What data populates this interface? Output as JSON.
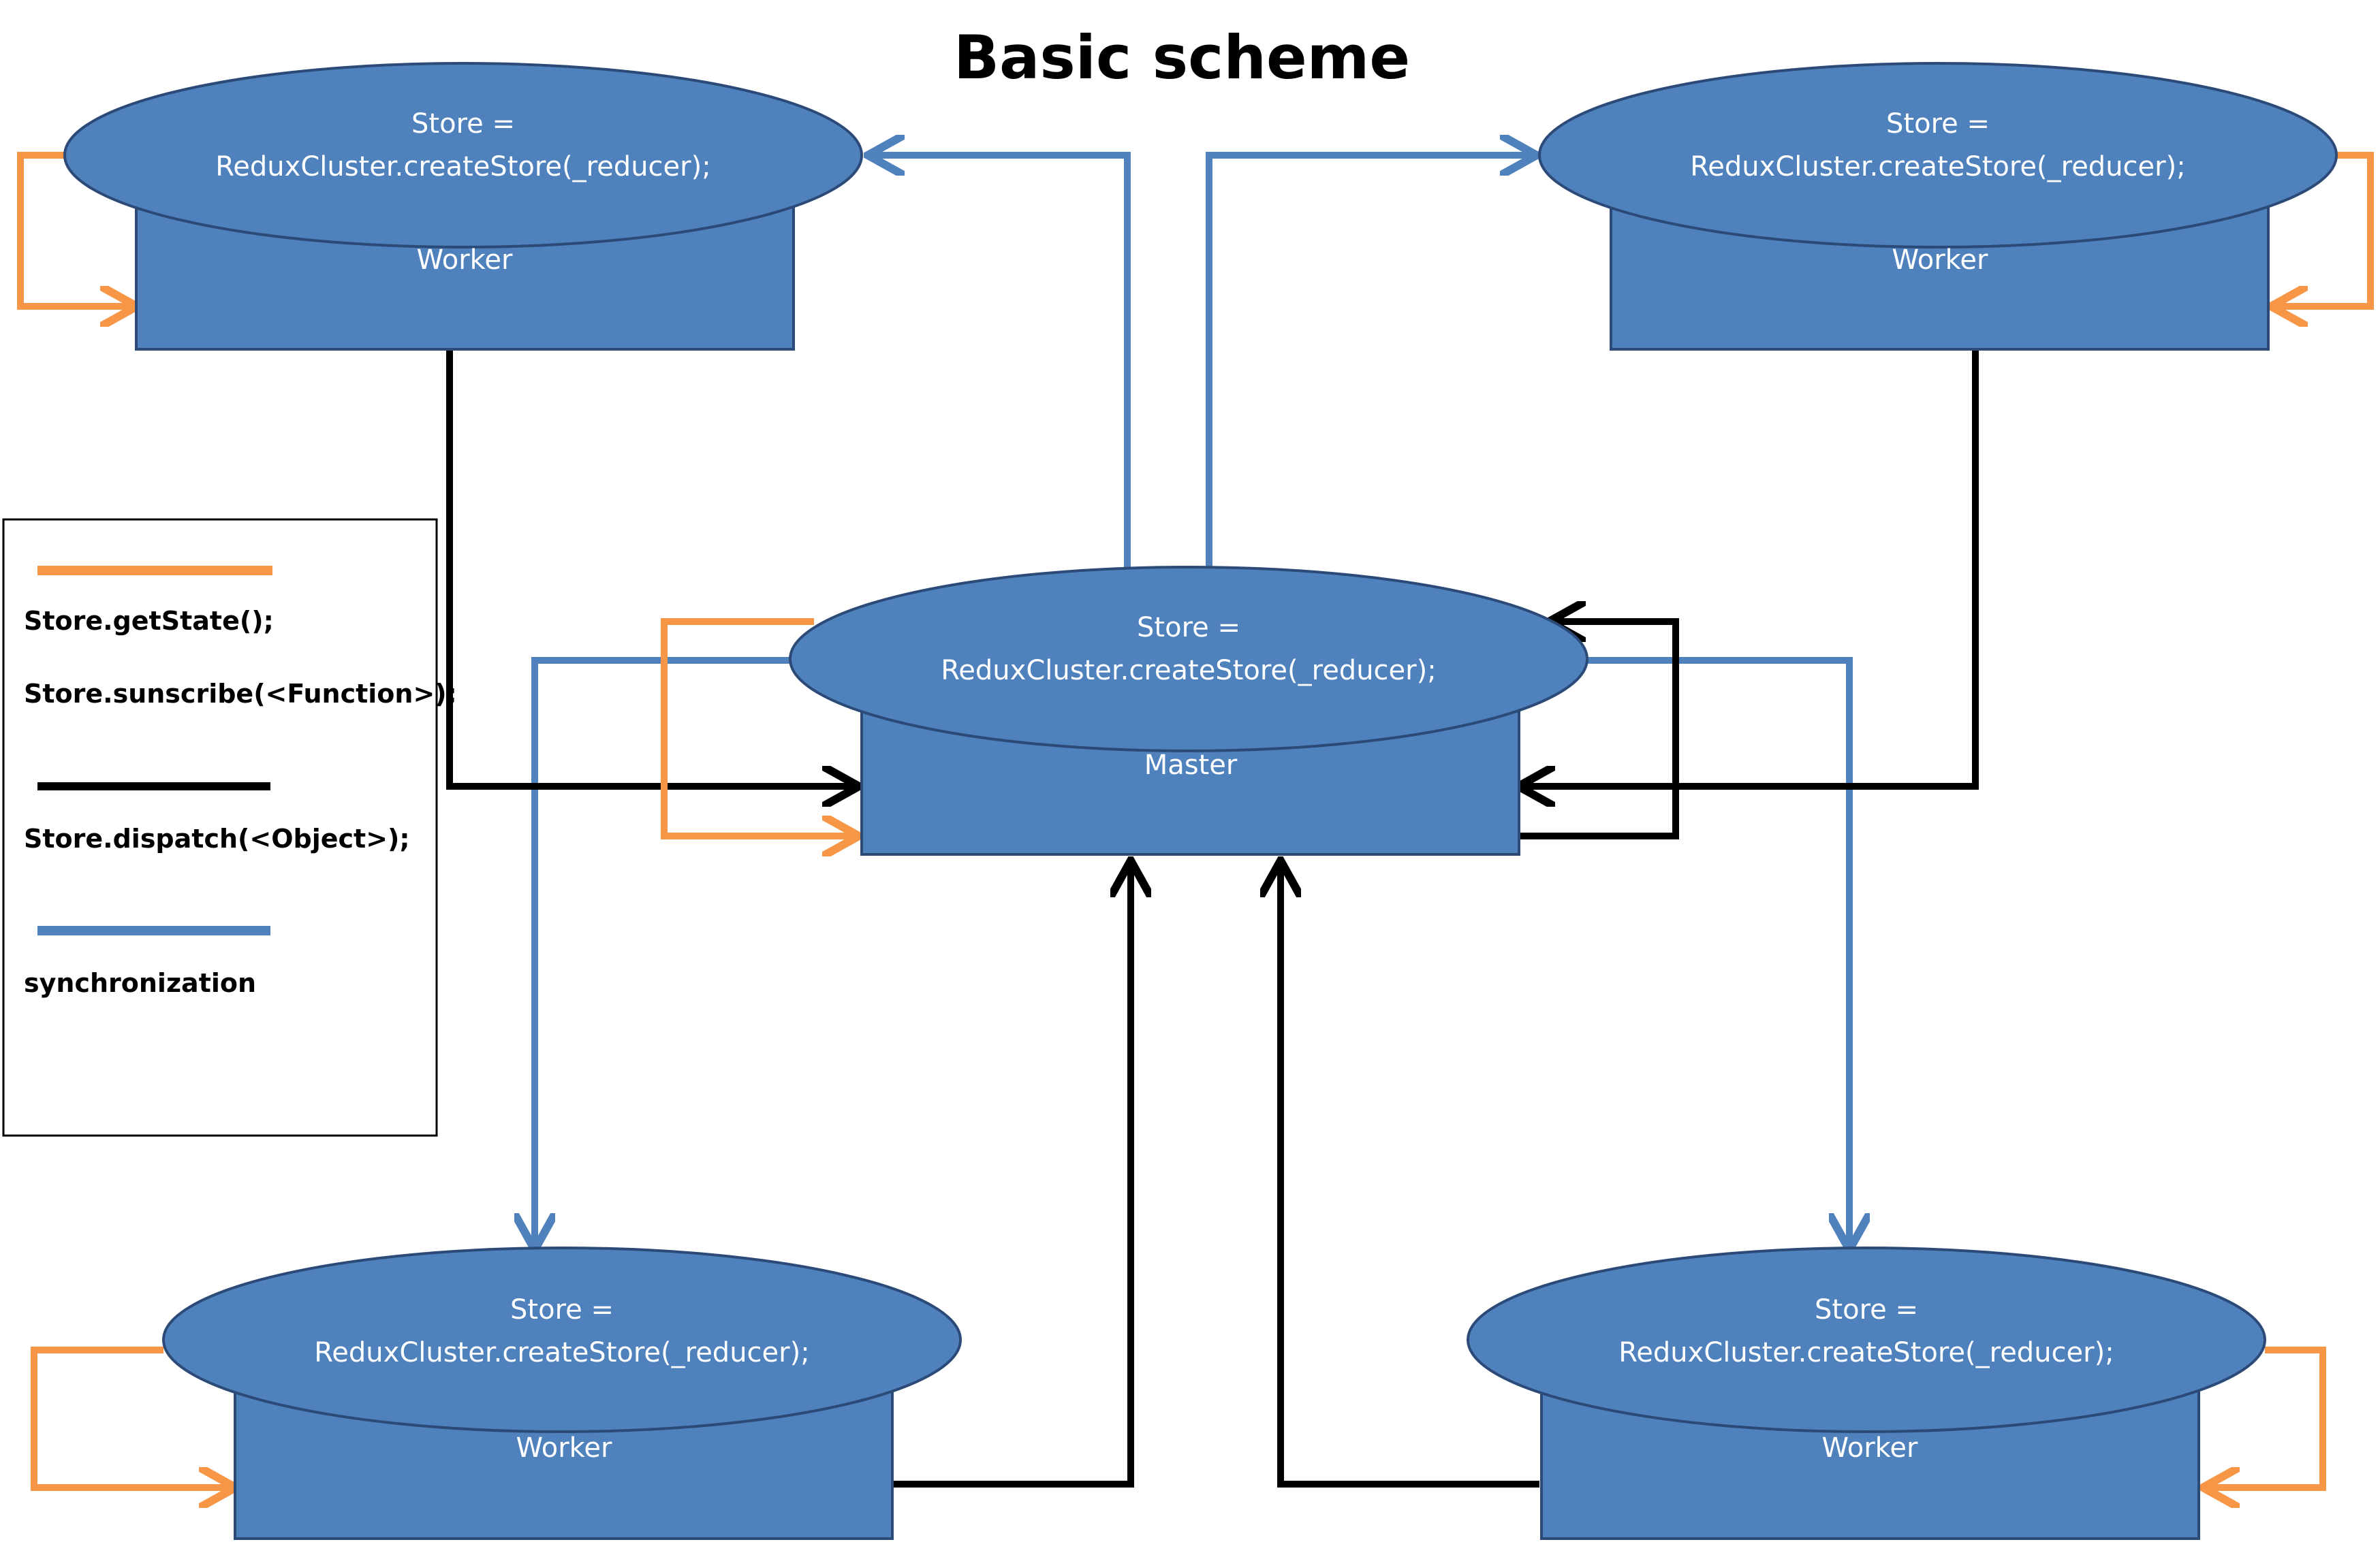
{
  "title": "Basic scheme",
  "colors": {
    "node_fill": "#4f81bd",
    "node_stroke": "#2b4a78",
    "getstate_line": "#f79646",
    "dispatch_line": "#000000",
    "sync_line": "#4f81bd"
  },
  "nodes": {
    "master": {
      "store_line1": "Store =",
      "store_line2": "ReduxCluster.createStore(_reducer);",
      "label": "Master"
    },
    "worker_top_left": {
      "store_line1": "Store =",
      "store_line2": "ReduxCluster.createStore(_reducer);",
      "label": "Worker"
    },
    "worker_top_right": {
      "store_line1": "Store =",
      "store_line2": "ReduxCluster.createStore(_reducer);",
      "label": "Worker"
    },
    "worker_bottom_left": {
      "store_line1": "Store =",
      "store_line2": "ReduxCluster.createStore(_reducer);",
      "label": "Worker"
    },
    "worker_bottom_right": {
      "store_line1": "Store =",
      "store_line2": "ReduxCluster.createStore(_reducer);",
      "label": "Worker"
    }
  },
  "legend": {
    "getstate": "Store.getState();",
    "subscribe": "Store.sunscribe(<Function>);",
    "dispatch": "Store.dispatch(<Object>);",
    "sync": "synchronization"
  }
}
